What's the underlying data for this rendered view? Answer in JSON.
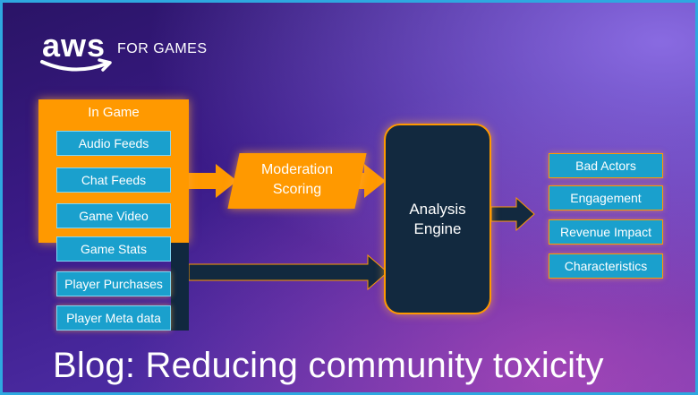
{
  "logo": {
    "wordmark": "aws",
    "tagline": "FOR GAMES"
  },
  "in_game": {
    "title": "In Game",
    "items": [
      "Audio Feeds",
      "Chat Feeds",
      "Game Video",
      "Game Stats"
    ]
  },
  "other_sources": [
    "Player Purchases",
    "Player Meta data"
  ],
  "moderation": {
    "line1": "Moderation",
    "line2": "Scoring"
  },
  "engine": {
    "line1": "Analysis",
    "line2": "Engine"
  },
  "outputs": [
    "Bad Actors",
    "Engagement",
    "Revenue Impact",
    "Characteristics"
  ],
  "blog_title": "Blog: Reducing community toxicity",
  "colors": {
    "orange": "#ff9900",
    "cyan_box": "#1aa0cd",
    "navy": "#12293f",
    "border": "#2ea8e0"
  }
}
